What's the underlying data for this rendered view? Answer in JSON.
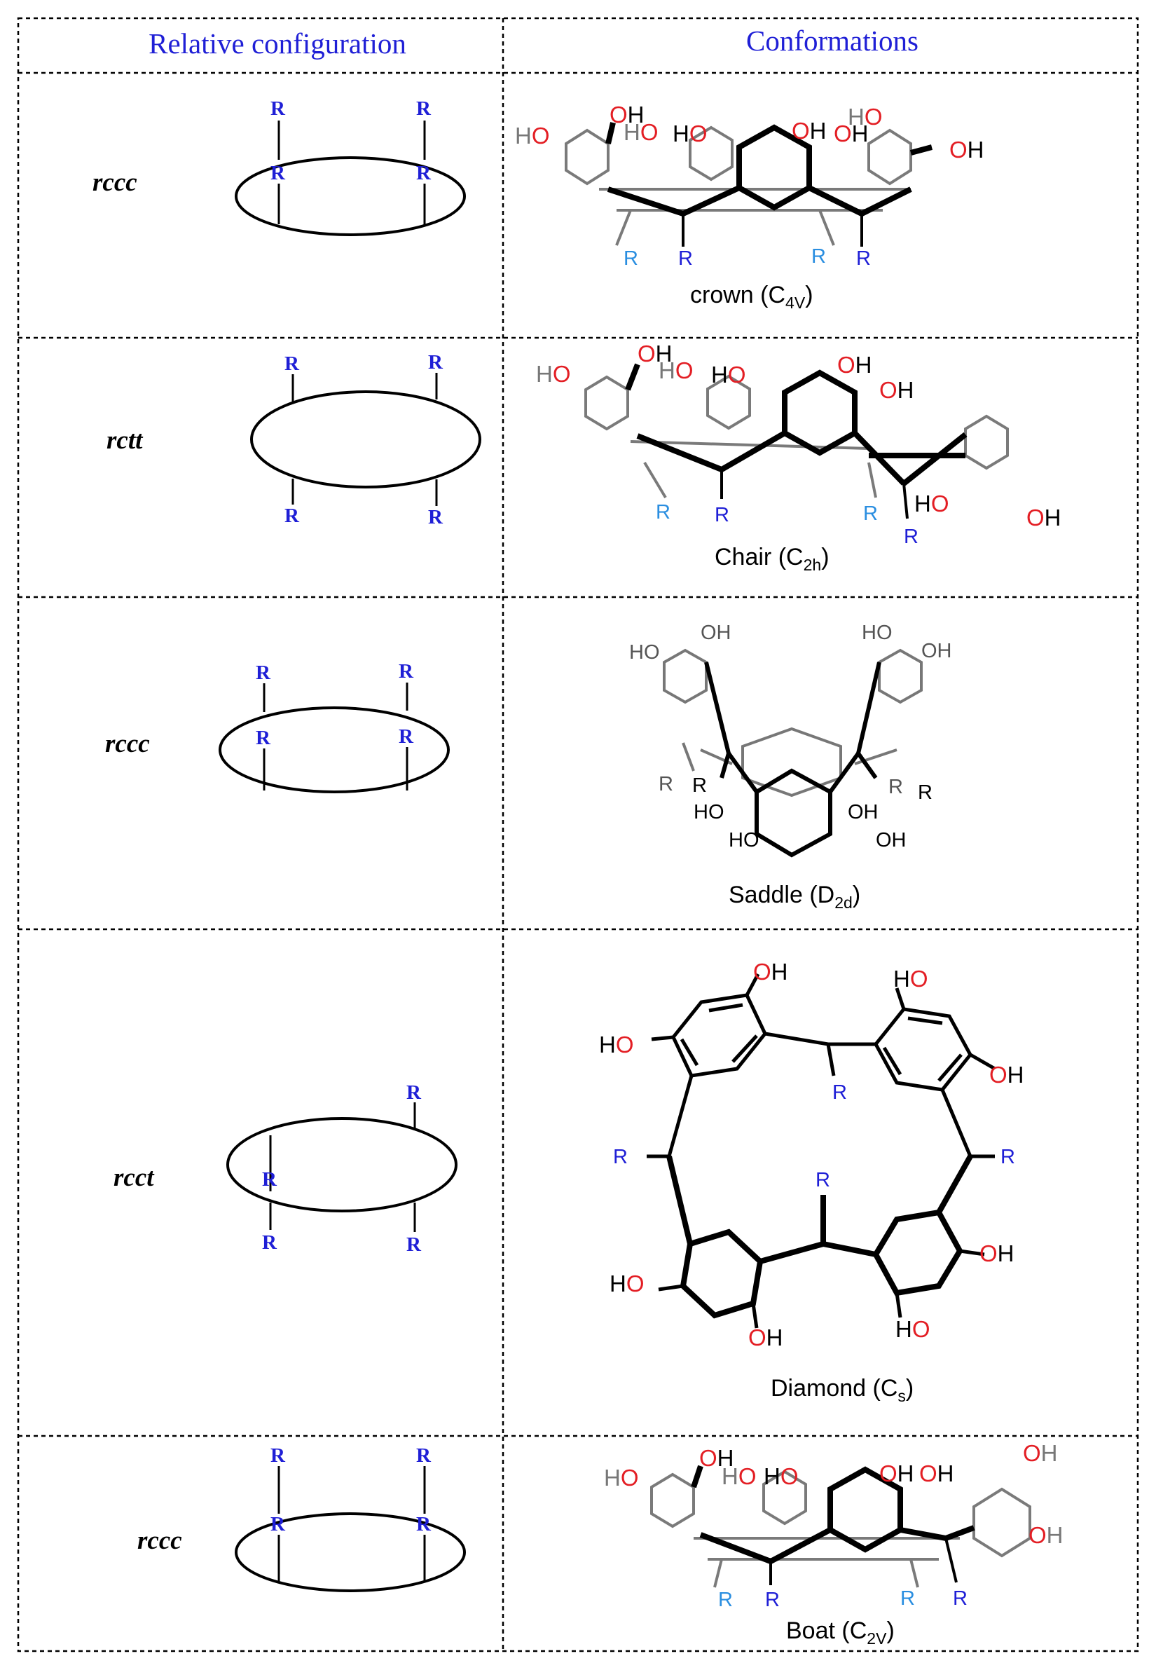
{
  "header": {
    "col1": "Relative configuration",
    "col2": "Conformations"
  },
  "rows": [
    {
      "configuration": "rccc",
      "conformation": "crown",
      "symmetry": "C",
      "symmetry_sub": "4V"
    },
    {
      "configuration": "rctt",
      "conformation": "Chair",
      "symmetry": "C",
      "symmetry_sub": "2h"
    },
    {
      "configuration": "rccc",
      "conformation": "Saddle",
      "symmetry": "D",
      "symmetry_sub": "2d"
    },
    {
      "configuration": "rcct",
      "conformation": "Diamond",
      "symmetry": "C",
      "symmetry_sub": "s"
    },
    {
      "configuration": "rccc",
      "conformation": "Boat",
      "symmetry": "C",
      "symmetry_sub": "2V"
    }
  ],
  "labels": {
    "substituent": "R",
    "hydroxyl_O": "O",
    "hydroxyl_H": "H"
  },
  "colors": {
    "header_text": "#1f1fd6",
    "substituent_R": "#1f1fd6",
    "substituent_R_light": "#2a8ee0",
    "oxygen": "#e31e24",
    "grid_line": "#000000"
  }
}
